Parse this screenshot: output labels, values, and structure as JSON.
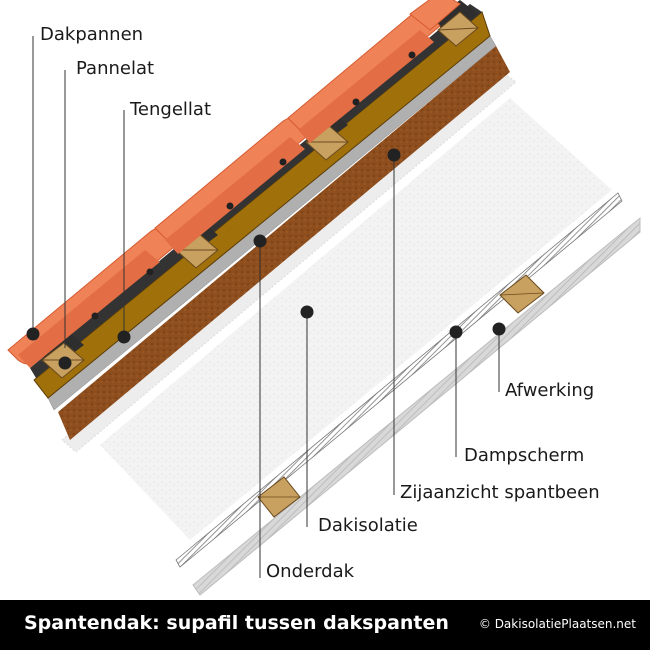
{
  "labels": {
    "dakpannen": "Dakpannen",
    "pannelat": "Pannelat",
    "tengellat": "Tengellat",
    "onderdak": "Onderdak",
    "dakisolatie": "Dakisolatie",
    "zijaanzicht": "Zijaanzicht spantbeen",
    "dampscherm": "Dampscherm",
    "afwerking": "Afwerking"
  },
  "footer": {
    "title": "Spantendak: supafil tussen dakspanten",
    "credit": "© DakisolatiePlaatsen.net"
  },
  "colors": {
    "tile": "#f08258",
    "tile_dark": "#e06a40",
    "batten": "#c8a060",
    "batten_edge": "#6b4a1e",
    "membrane": "#3a3a3a",
    "rafter": "#a0700a",
    "rafter_edge": "#5a3c08",
    "underlay": "#a8a8a8",
    "insulation_dark": "#8a4a1a",
    "insulation": "#f2f2f2",
    "vapour": "#808080",
    "finish": "#d8d8d8",
    "footer_bg": "#000000"
  }
}
